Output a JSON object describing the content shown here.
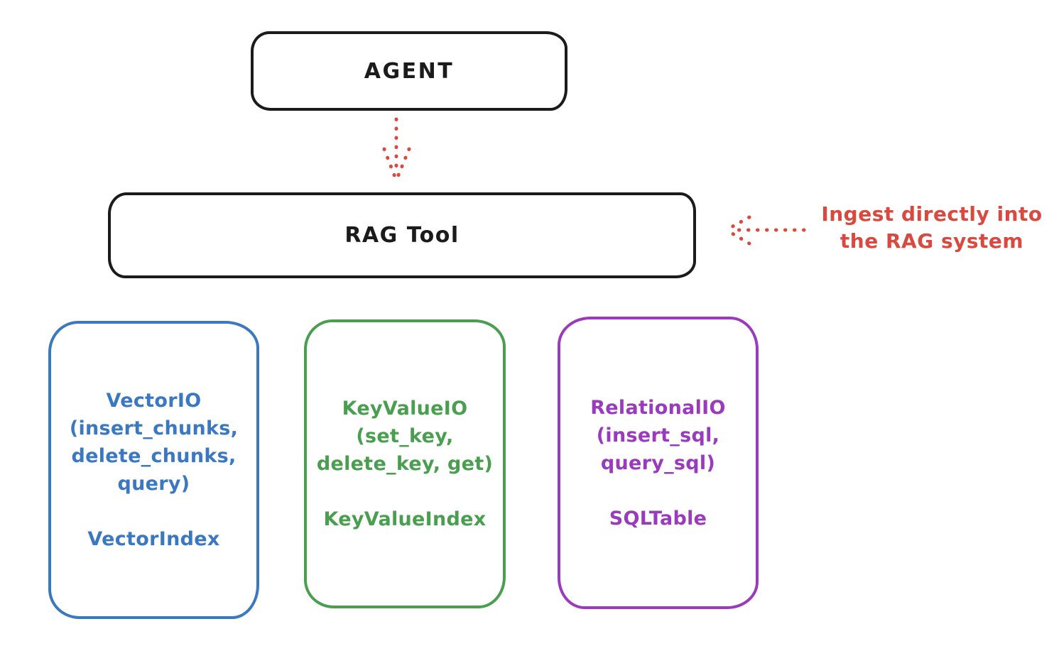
{
  "diagram": {
    "title_implicit": "RAG Tool architecture",
    "colors": {
      "black": "#1b1b1b",
      "red": "#d9493f",
      "blue": "#3b78c2",
      "green": "#4a9e50",
      "purple": "#9a3bbd",
      "background": "#ffffff"
    },
    "agent_box": {
      "label": "AGENT"
    },
    "rag_box": {
      "label": "RAG Tool"
    },
    "annotation": {
      "line1": "Ingest directly into",
      "line2": "the RAG system"
    },
    "icons": {
      "agent_to_rag": "dotted-arrow-down-icon",
      "annotation_to_rag": "dotted-arrow-left-icon"
    },
    "io_boxes": [
      {
        "id": "vector",
        "color": "#3b78c2",
        "lines": [
          "VectorIO",
          "(insert_chunks,",
          "delete_chunks,",
          "query)"
        ],
        "index_label": "VectorIndex"
      },
      {
        "id": "keyvalue",
        "color": "#4a9e50",
        "lines": [
          "KeyValueIO",
          "(set_key,",
          "delete_key, get)"
        ],
        "index_label": "KeyValueIndex"
      },
      {
        "id": "relational",
        "color": "#9a3bbd",
        "lines": [
          "RelationalIO",
          "(insert_sql,",
          "query_sql)"
        ],
        "index_label": "SQLTable"
      }
    ]
  }
}
